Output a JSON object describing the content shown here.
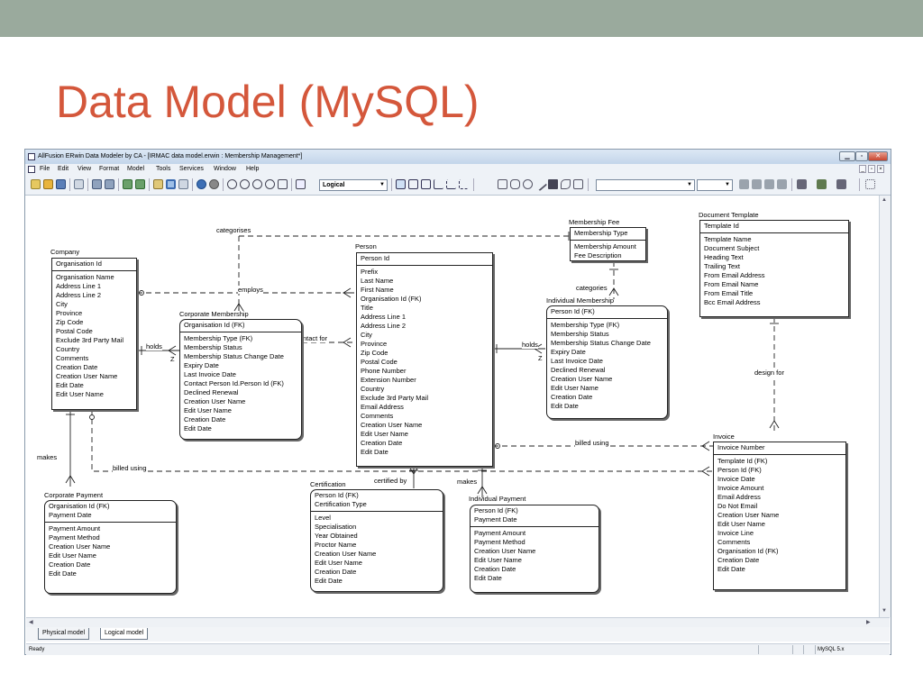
{
  "slide": {
    "title": "Data Model (MySQL)"
  },
  "window": {
    "title": "AllFusion ERwin Data Modeler by CA - [IRMAC data model.erwin : Membership Management*]",
    "menu": [
      "File",
      "Edit",
      "View",
      "Format",
      "Model",
      "Tools",
      "Services",
      "Window",
      "Help"
    ],
    "toolbar": {
      "view_select": "Logical"
    },
    "tabs": [
      "Physical model",
      "Logical model"
    ],
    "status": {
      "left": "Ready",
      "right": "MySQL 5.x"
    }
  },
  "icons": {
    "app": "erwin-app-icon",
    "minimize": "minimize-icon",
    "maximize": "maximize-icon",
    "close": "close-icon"
  },
  "entities": {
    "company": {
      "title": "Company",
      "keys": [
        "Organisation Id"
      ],
      "attrs": [
        "Organisation Name",
        "Address Line 1",
        "Address Line 2",
        "City",
        "Province",
        "Zip Code",
        "Postal Code",
        "Exclude 3rd Party Mail",
        "Country",
        "Comments",
        "Creation Date",
        "Creation User Name",
        "Edit Date",
        "Edit User Name"
      ]
    },
    "corporate_membership": {
      "title": "Corporate Membership",
      "keys": [
        "Organisation Id (FK)"
      ],
      "attrs": [
        "Membership Type (FK)",
        "Membership Status",
        "Membership Status Change Date",
        "Expiry Date",
        "Last Invoice Date",
        "Contact Person Id.Person Id (FK)",
        "Declined Renewal",
        "Creation User Name",
        "Edit User Name",
        "Creation Date",
        "Edit Date"
      ]
    },
    "person": {
      "title": "Person",
      "keys": [
        "Person Id"
      ],
      "attrs": [
        "Prefix",
        "Last Name",
        "First Name",
        "Organisation Id (FK)",
        "Title",
        "Address Line 1",
        "Address Line 2",
        "City",
        "Province",
        "Zip Code",
        "Postal Code",
        "Phone Number",
        "Extension Number",
        "Country",
        "Exclude 3rd Party Mail",
        "Email Address",
        "Comments",
        "Creation User Name",
        "Edit User Name",
        "Creation Date",
        "Edit Date"
      ]
    },
    "membership_fee": {
      "title": "Membership Fee",
      "keys": [
        "Membership Type"
      ],
      "attrs": [
        "Membership Amount",
        "Fee Description"
      ]
    },
    "individual_membership": {
      "title": "Individual Membership",
      "keys": [
        "Person Id (FK)"
      ],
      "attrs": [
        "Membership Type (FK)",
        "Membership Status",
        "Membership Status Change Date",
        "Expiry Date",
        "Last Invoice Date",
        "Declined Renewal",
        "Creation User Name",
        "Edit User Name",
        "Creation Date",
        "Edit Date"
      ]
    },
    "document_template": {
      "title": "Document Template",
      "keys": [
        "Template Id"
      ],
      "attrs": [
        "Template Name",
        "Document Subject",
        "Heading Text",
        "Trailing Text",
        "From Email Address",
        "From Email Name",
        "From Email Title",
        "Bcc Email Address"
      ]
    },
    "invoice": {
      "title": "Invoice",
      "keys": [
        "Invoice Number"
      ],
      "attrs": [
        "Template Id (FK)",
        "Person Id (FK)",
        "Invoice Date",
        "Invoice Amount",
        "Email Address",
        "Do Not Email",
        "Creation User Name",
        "Edit User Name",
        "Invoice Line",
        "Comments",
        "Organisation Id (FK)",
        "Creation Date",
        "Edit Date"
      ]
    },
    "corporate_payment": {
      "title": "Corporate Payment",
      "keys": [
        "Organisation Id (FK)",
        "Payment Date"
      ],
      "attrs": [
        "Payment Amount",
        "Payment Method",
        "Creation User Name",
        "Edit User Name",
        "Creation Date",
        "Edit Date"
      ]
    },
    "certification": {
      "title": "Certification",
      "keys": [
        "Person Id (FK)",
        "Certification Type"
      ],
      "attrs": [
        "Level",
        "Specialisation",
        "Year Obtained",
        "Proctor Name",
        "Creation User Name",
        "Edit User Name",
        "Creation Date",
        "Edit Date"
      ]
    },
    "individual_payment": {
      "title": "Individual Payment",
      "keys": [
        "Person Id (FK)",
        "Payment Date"
      ],
      "attrs": [
        "Payment Amount",
        "Payment Method",
        "Creation User Name",
        "Edit User Name",
        "Creation Date",
        "Edit Date"
      ]
    }
  },
  "relationships": {
    "categorises": "categorises",
    "employs": "employs",
    "holds_company": "holds",
    "holds_person": "holds",
    "contact_for": "ntact for",
    "categories": "categories",
    "design_for": "design for",
    "billed_using_person": "billed using",
    "billed_using_company": "billed using",
    "makes_company": "makes",
    "makes_person": "makes",
    "certified_by": "certified by",
    "z1": "Z",
    "z2": "Z"
  }
}
